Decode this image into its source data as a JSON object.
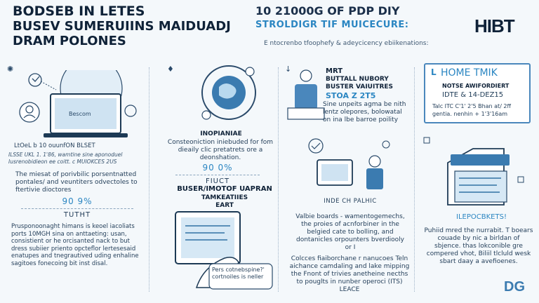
{
  "header": {
    "title_line1": "BODSEB IN LETES",
    "title_line2": "BUSEV SUMERUIINS MAIDUADJ",
    "title_line3": "DRAM POLONES",
    "mid_line1": "10 21000G OF PDP DIY",
    "mid_line2": "STROLDIGR TIF MUICECURE:",
    "mid_sub": "E ntocrenbo tfoophefy & adeycicency ebiikenations:",
    "brand": "HIBT"
  },
  "col1": {
    "screen_label": "Bescom",
    "label_line": "LtOeL b 10 ouunfON BLSET",
    "italic1": "ILSSE UKL 1. 1'86, wamtine sine aponoduel",
    "italic2": "Iusrenobidieon ee coitt. c MUIOKCES 2US",
    "text1": "The miesat of porivbilic porsentnatted pontales/ and veuntiters odvectoles to ftertivie dioctores",
    "pct1": "90 9%",
    "pct2": "TUTHT",
    "body": "Prusponoonaght himans is keoel iacoliats ports 10MGH sina on anttaeting: usan, consistient or he orcisanted nack to but dress subiier priento opcteflor lertesesaid enatupes and tnegrautived uding enhaline sagitoes fonecoing bit inst disal."
  },
  "col2": {
    "head": "INOPIANIAE",
    "para": "Consteoniction iniebuded for fom dieaily clic pretatrets ore a deonshation.",
    "pct1": "90 0%",
    "pct2": "FIUCT",
    "head2": "BUSER/IMOTOF UAPRAN",
    "head3": "TAMKEATIIES",
    "head4": "EART",
    "bubble": "Pers cotnebspine?' cortnoiles is neller"
  },
  "col3": {
    "head1": "MRT",
    "head2": "BUTTALL NUBORY",
    "head3": "BUSTER VAIUITRES",
    "code": "STOA Z 2T5",
    "para1": "Sine unpeits agma be nith lentz olepores, bolowatal on ina lbe barroe poility",
    "label": "INDE CH PALHIC",
    "para2": "Valbie boards - wamentogemechs, the proies of acnforbiner in the belgied cate to bolling, and dontanicles orpounters bverdiooly or I",
    "para3": "Colcces fiaiborchane r nanucoes Teln aichance camdaling and lake mipping the Fnont of trivies anetheine necths to pouglts in nunber operoci (ITS) LEACE"
  },
  "col4": {
    "badge_title": "HOME TMIK",
    "badge_sub1": "NOTSE AWIFORDIERT",
    "badge_code": "IDTE & 14-DEZ15",
    "badge_text": "Talc ITC C'1' 2'5 Bhan at/ 2ff gentia. nenhin + 1'3'16am",
    "label": "ILEPOCBKETS!",
    "para": "Puhiid mred the nurrabit. T boears couade by nic a birldan of sbjence. thas lokconible gre compered vhot, Biliil tlcluld wesk sbart daay a avefioenes."
  },
  "footer": {
    "logo": "DG"
  },
  "colors": {
    "accent": "#2b86c2",
    "dark": "#0f2238"
  }
}
